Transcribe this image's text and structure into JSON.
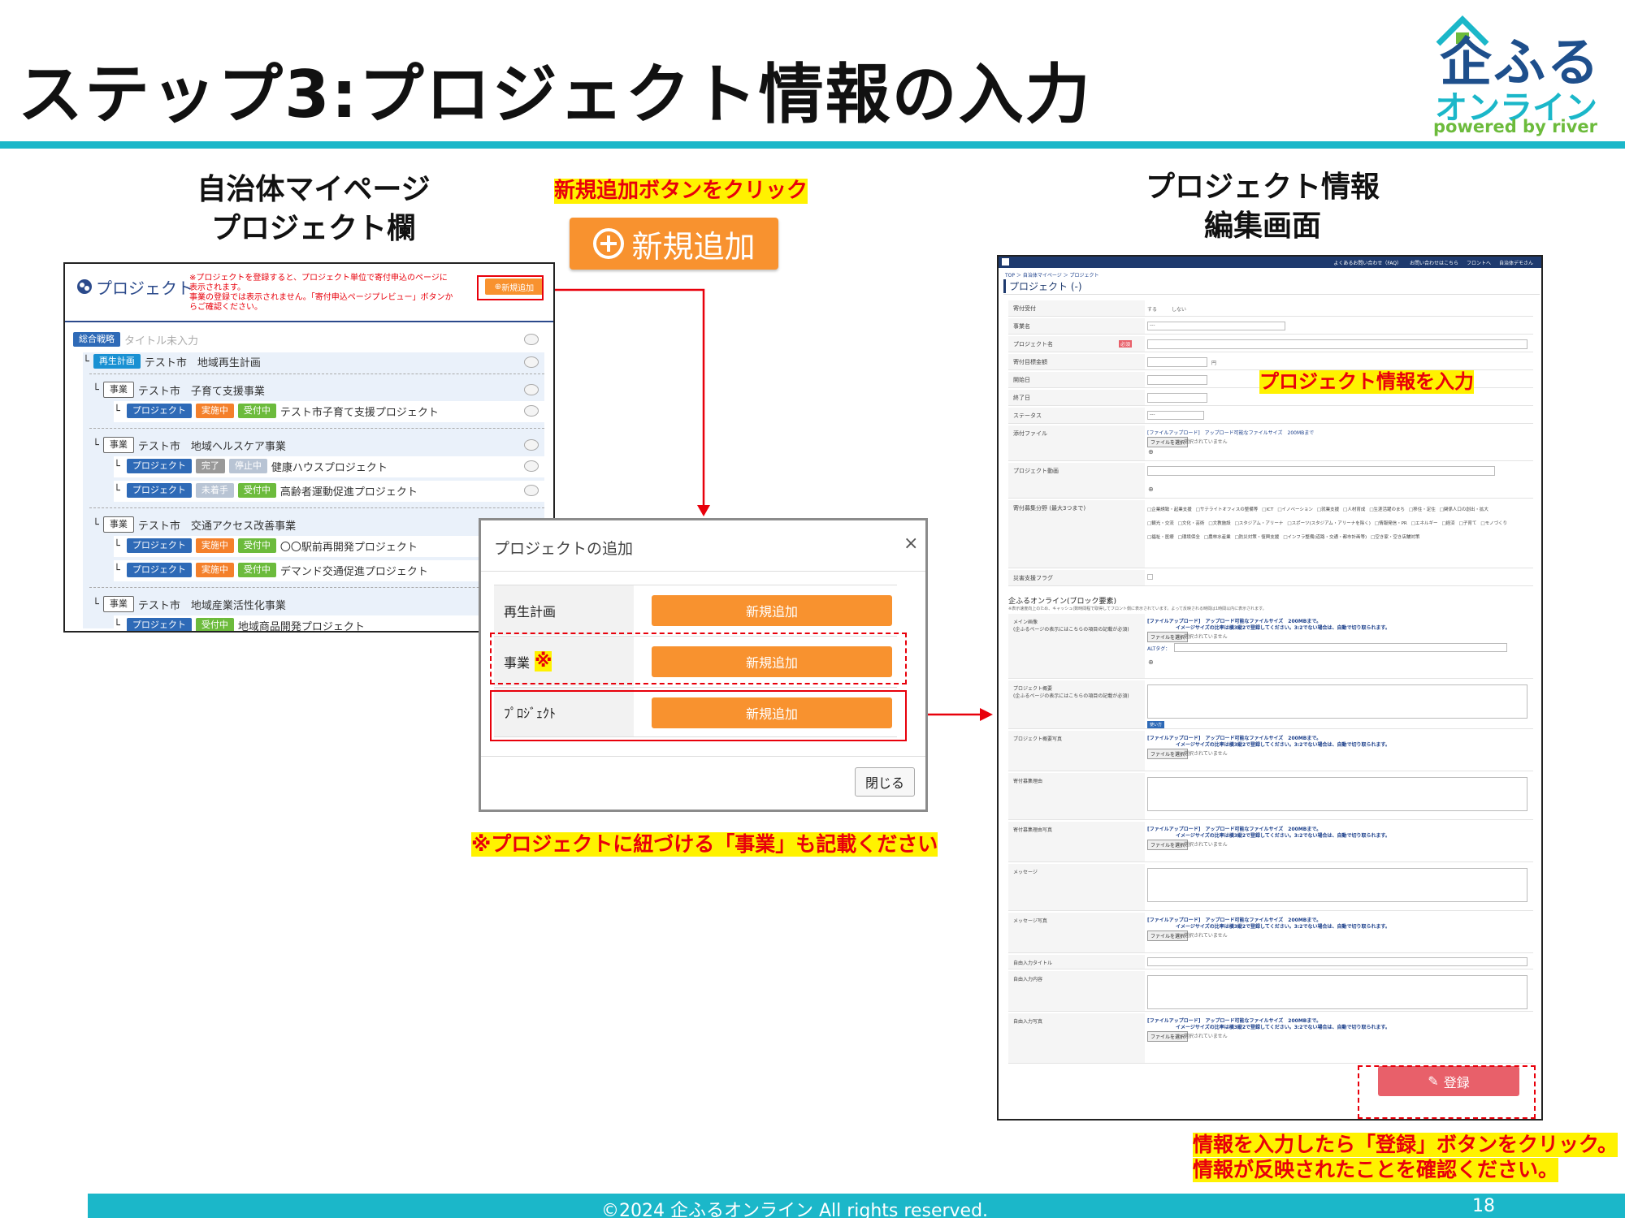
{
  "slide": {
    "title": "ステップ3:プロジェクト情報の入力",
    "footer": "©2024 企ふるオンライン All rights reserved.",
    "page_number": "18"
  },
  "logo": {
    "line1": "企ふる",
    "line2": "オンライン",
    "line3": "powered by river",
    "colors": {
      "teal": "#1bb7c9",
      "blue": "#1e4f8c",
      "green": "#6cbb3c"
    }
  },
  "captions": {
    "left_line1": "自治体マイページ",
    "left_line2": "プロジェクト欄",
    "right_line1": "プロジェクト情報",
    "right_line2": "編集画面"
  },
  "notes": {
    "click_new": "新規追加ボタンをクリック",
    "enter_info": "プロジェクト情報を入力",
    "link_business": "※プロジェクトに紐づける「事業」も記載ください",
    "register_line1": "情報を入力したら「登録」ボタンをクリック。",
    "register_line2": "情報が反映されたことを確認ください。"
  },
  "big_button": {
    "icon": "plus-circle-icon",
    "label": "新規追加",
    "color": "#f8922f"
  },
  "project_panel": {
    "heading": "プロジェクト",
    "warning_line1": "※プロジェクトを登録すると、プロジェクト単位で寄付申込のページに",
    "warning_line2": "表示されます。",
    "warning_line3": "事業の登録では表示されません。「寄付申込ページプレビュー」ボタンか",
    "warning_line4": "らご確認ください。",
    "add_button": "新規追加",
    "strategy_tag": "総合戦略",
    "strategy_placeholder": "タイトル未入力",
    "plan_tag": "再生計画",
    "plan_name": "テスト市　地域再生計画",
    "business_tag": "事業",
    "project_tag": "プロジェクト",
    "businesses": [
      {
        "name": "テスト市　子育て支援事業",
        "projects": [
          {
            "s1": "実施中",
            "s2": "受付中",
            "name": "テスト市子育て支援プロジェクト"
          }
        ]
      },
      {
        "name": "テスト市　地域ヘルスケア事業",
        "projects": [
          {
            "s1": "完了",
            "s2": "停止中",
            "name": "健康ハウスプロジェクト"
          },
          {
            "s1": "未着手",
            "s2": "受付中",
            "name": "高齢者運動促進プロジェクト"
          }
        ]
      },
      {
        "name": "テスト市　交通アクセス改善事業",
        "projects": [
          {
            "s1": "実施中",
            "s2": "受付中",
            "name": "〇〇駅前再開発プロジェクト"
          },
          {
            "s1": "実施中",
            "s2": "受付中",
            "name": "デマンド交通促進プロジェクト"
          }
        ]
      },
      {
        "name": "テスト市　地域産業活性化事業",
        "projects": [
          {
            "s1": "受付中",
            "name": "地域商品開発プロジェクト"
          }
        ]
      }
    ]
  },
  "modal": {
    "title": "プロジェクトの追加",
    "close_glyph": "×",
    "rows": [
      {
        "label": "再生計画",
        "button": "新規追加"
      },
      {
        "label": "事業",
        "mark": "※",
        "button": "新規追加"
      },
      {
        "label": "ﾌﾟﾛｼﾞｪｸﾄ",
        "button": "新規追加"
      }
    ],
    "close_button": "閉じる"
  },
  "edit_screen": {
    "nav_links": [
      "よくあるお問い合わせ（FAQ）",
      "お問い合わせはこちら",
      "フロントへ",
      "自治体デモさん"
    ],
    "breadcrumb": "TOP ＞ 自治体マイページ ＞ プロジェクト",
    "heading": "プロジェクト (-)",
    "required": "必須",
    "select_default": "---",
    "yen": "円",
    "radio_yes": "する",
    "radio_no": "しない",
    "fields": [
      "寄付受付",
      "事業名",
      "プロジェクト名",
      "寄付目標金額",
      "開始日",
      "終了日",
      "ステータス",
      "添付ファイル",
      "プロジェクト動画",
      "寄付募集分野\n(最大3つまで)",
      "災害支援フラグ"
    ],
    "upload_note": "[ファイルアップロード]　アップロード可能なファイルサイズ　200MBまで",
    "upload_note_image": "[ファイルアップロード]　アップロード可能なファイルサイズ　200MBまで。",
    "image_note": "イメージサイズの比率は横3縦2で登録してください。3:2でない場合は、自動で切り取られます。",
    "file_button": "ファイルを選択",
    "no_file": "選択されていません",
    "categories": [
      "□企業誘致・起業支援",
      "□サテライトオフィスの整備等",
      "□ICT",
      "□イノベーション",
      "□就業支援",
      "□人材育成",
      "□生涯活躍のまち",
      "□移住・定住",
      "□関係人口の創出・拡大",
      "□観光・交流",
      "□文化・芸術",
      "□文教施設",
      "□スタジアム・アリーナ",
      "□スポーツ(スタジアム・アリーナを除く)",
      "□情報発信・PR",
      "□エネルギー",
      "□経済",
      "□子育て",
      "□モノづくり",
      "□福祉・医療",
      "□環境保全",
      "□農林水産業",
      "□防災対策・復興支援",
      "□インフラ整備(道路・交通・都市計画等)",
      "□空き家・空き店舗対策"
    ],
    "block_heading": "企ふるオンライン(ブロック要素)",
    "block_note": "※表示速度向上のため、キャッシュ(数時間程で取得してフロント側に表示されています。よって反映される時間は1時間以内に表示されます。",
    "block_fields": [
      "メイン画像\n(企ふるページの表示にはこちらの項目の記載が必須)",
      "プロジェクト概要\n(企ふるページの表示にはこちらの項目の記載が必須)",
      "プロジェクト概要写真",
      "寄付募集理由",
      "寄付募集理由写真",
      "メッセージ",
      "メッセージ写真",
      "自由入力タイトル",
      "自由入力内容",
      "自由入力写真"
    ],
    "alt_label": "ALTタグ：",
    "use_button": "使い方",
    "register_button": "登録",
    "register_color": "#e8606a"
  }
}
